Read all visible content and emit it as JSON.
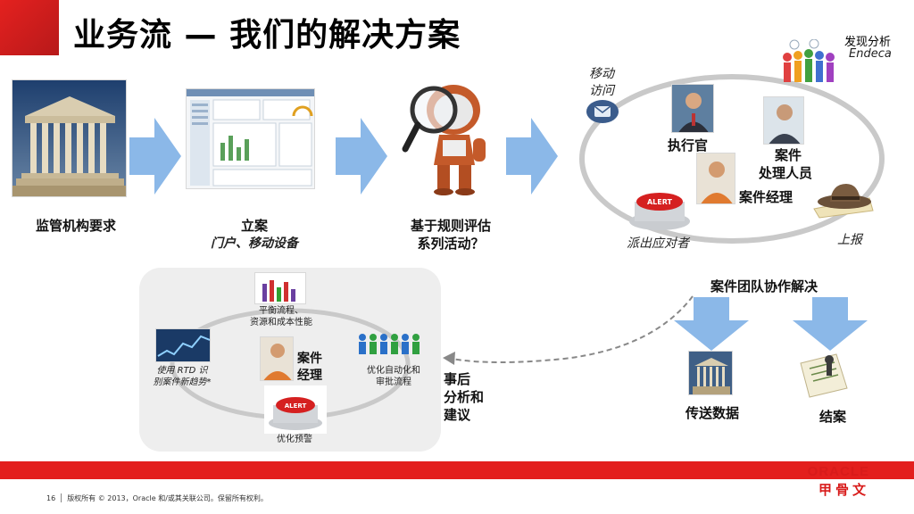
{
  "title": "业务流 — 我们的解决方案",
  "top_row": {
    "step1_label": "监管机构要求",
    "step2_label": "立案",
    "step2_sub": "门户、移动设备",
    "step3_label_line1": "基于规则评估",
    "step3_label_line2": "系列活动？"
  },
  "cycle_top": {
    "mobile_line1": "移动",
    "mobile_line2": "访问",
    "endeca_line1": "发现分析",
    "endeca_line2": "Endeca",
    "executive": "执行官",
    "handler_line1": "案件",
    "handler_line2": "处理人员",
    "case_manager": "案件经理",
    "dispatch": "派出应对者",
    "report": "上报"
  },
  "collaboration": {
    "title": "案件团队协作解决",
    "transfer": "传送数据",
    "close": "结案"
  },
  "post": {
    "line1": "事后",
    "line2": "分析和",
    "line3": "建议"
  },
  "cycle_bottom": {
    "balance_line1": "平衡流程、",
    "balance_line2": "资源和成本性能",
    "rtd_line1": "使用 RTD 识",
    "rtd_line2": "别案件新趋势*",
    "manager_line1": "案件",
    "manager_line2": "经理",
    "automation_line1": "优化自动化和",
    "automation_line2": "审批流程",
    "alert": "优化预警"
  },
  "footer": {
    "page": "16",
    "copyright": "版权所有 © 2013，Oracle 和/或其关联公司。保留所有权利。",
    "logo_en": "ORACLE",
    "logo_cn": "甲骨文"
  },
  "colors": {
    "brand_red": "#e31f1d",
    "arrow_blue": "#8bb8e8"
  }
}
